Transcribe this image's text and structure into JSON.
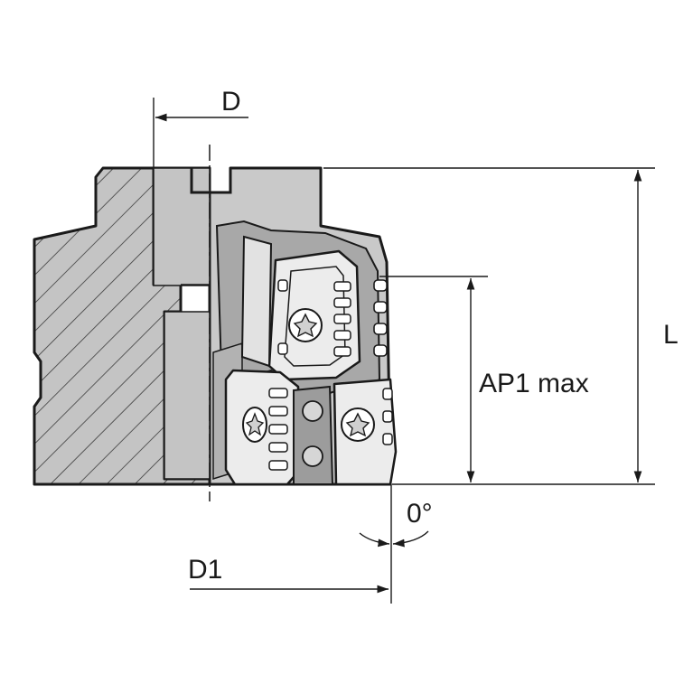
{
  "labels": {
    "d": "D",
    "l": "L",
    "ap1_max": "AP1 max",
    "angle": "0°",
    "d1": "D1"
  },
  "colors": {
    "body_fill": "#c4c4c4",
    "body_dark": "#9e9e9e",
    "insert_fill": "#ececec",
    "insert_dark": "#b8b8b8",
    "line": "#1a1a1a",
    "hatch": "#2a2a2a"
  },
  "icons": {
    "screw": "torx-screw-icon",
    "arrow": "arrow-head-icon"
  }
}
